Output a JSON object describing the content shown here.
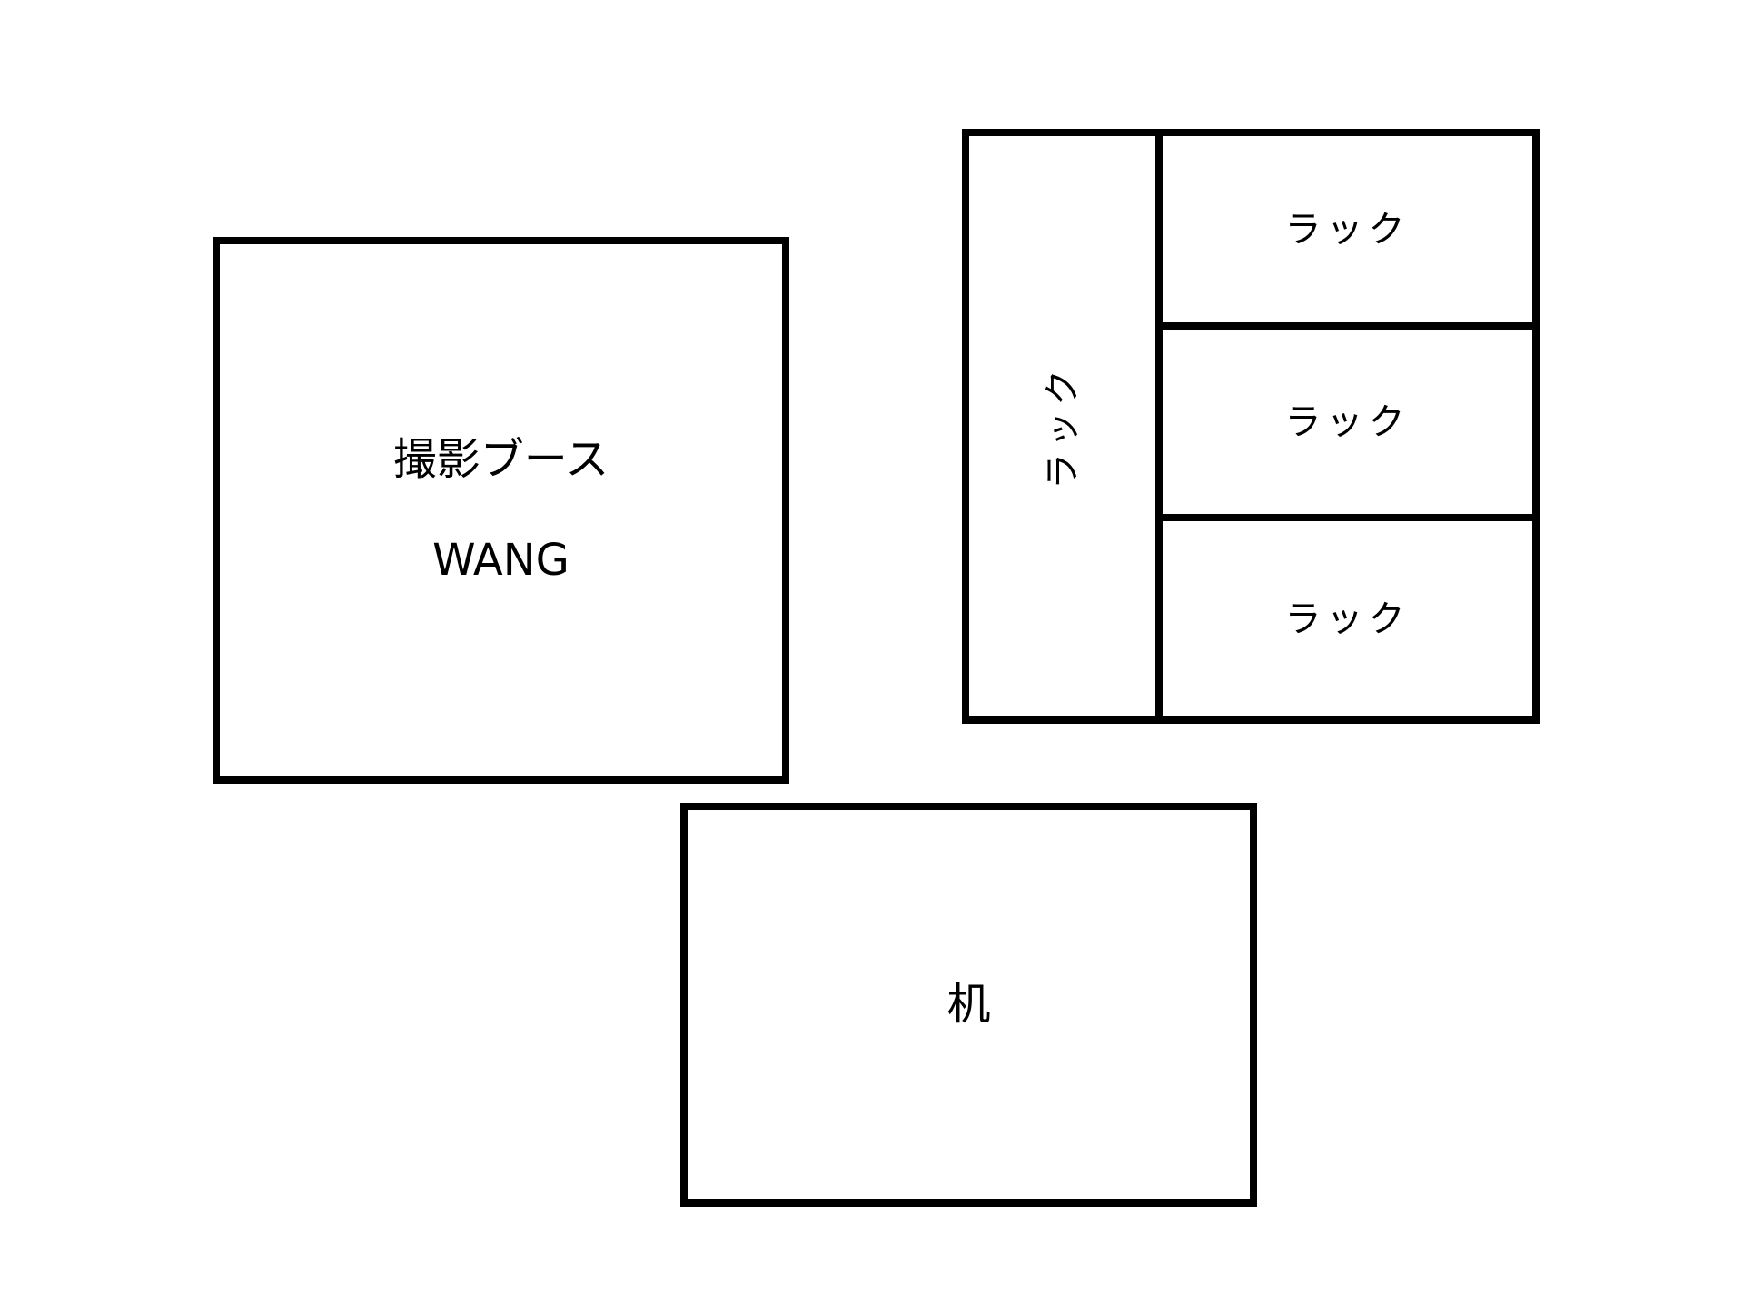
{
  "booth": {
    "line1": "撮影ブース",
    "line2": "WANG"
  },
  "racks": {
    "vertical": "ラック",
    "top": "ラック",
    "middle": "ラック",
    "bottom": "ラック"
  },
  "desk": {
    "label": "机"
  },
  "colors": {
    "stroke": "#000000",
    "background": "#ffffff"
  }
}
